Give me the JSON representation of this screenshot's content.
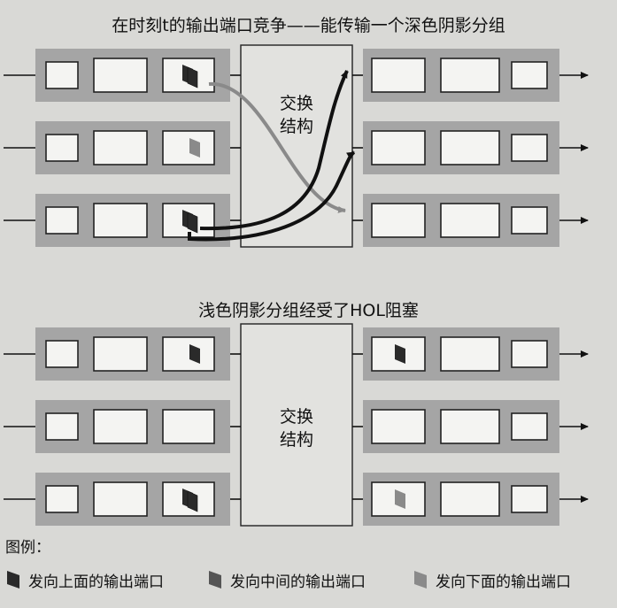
{
  "diagram": {
    "top_title": "在时刻t的输出端口竞争——能传输一个深色阴影分组",
    "bottom_title": "浅色阴影分组经受了HOL阻塞",
    "fabric_label_line1": "交换",
    "fabric_label_line2": "结构"
  },
  "legend": {
    "title": "图例：",
    "items": [
      {
        "label": "发向上面的输出端口",
        "color": "#2a2a2a",
        "icon": "dark-packet-icon"
      },
      {
        "label": "发向中间的输出端口",
        "color": "#555555",
        "icon": "medium-packet-icon"
      },
      {
        "label": "发向下面的输出端口",
        "color": "#8a8a8a",
        "icon": "light-packet-icon"
      }
    ]
  },
  "colors": {
    "background": "#d9d9d6",
    "queue": "#a5a5a5",
    "slot": "#f4f4f2",
    "dark_packet": "#2a2a2a",
    "light_packet": "#8a8a8a",
    "line": "#111111"
  }
}
